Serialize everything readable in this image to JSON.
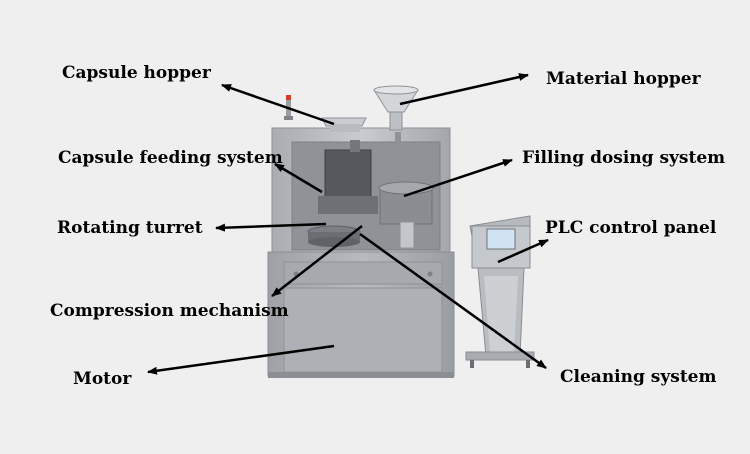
{
  "labels": {
    "capsule_hopper": "Capsule hopper",
    "material_hopper": "Material hopper",
    "capsule_feeding_system": "Capsule feeding system",
    "filling_dosing_system": "Filling dosing system",
    "rotating_turret": "Rotating turret",
    "plc_control_panel": "PLC control panel",
    "compression_mechanism": "Compression mechanism",
    "motor": "Motor",
    "cleaning_system": "Cleaning system"
  },
  "colors": {
    "background": "#efefef",
    "arrow": "#000000",
    "machine_steel": "#b9bdc2",
    "screen_blue": "#cfe3f2"
  }
}
